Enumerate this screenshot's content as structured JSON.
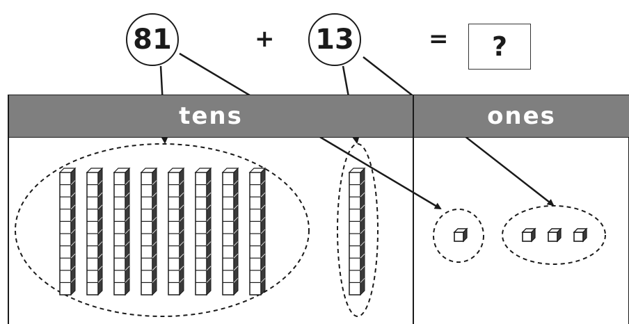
{
  "equation": {
    "addend1": "81",
    "plus": "+",
    "addend2": "13",
    "equals": "=",
    "answer": "?"
  },
  "table": {
    "headers": [
      "tens",
      "ones"
    ]
  },
  "blocks": {
    "tens_rods_first": 8,
    "tens_rods_second": 1,
    "ones_first": 1,
    "ones_second": 3,
    "cubes_per_rod": 10
  }
}
